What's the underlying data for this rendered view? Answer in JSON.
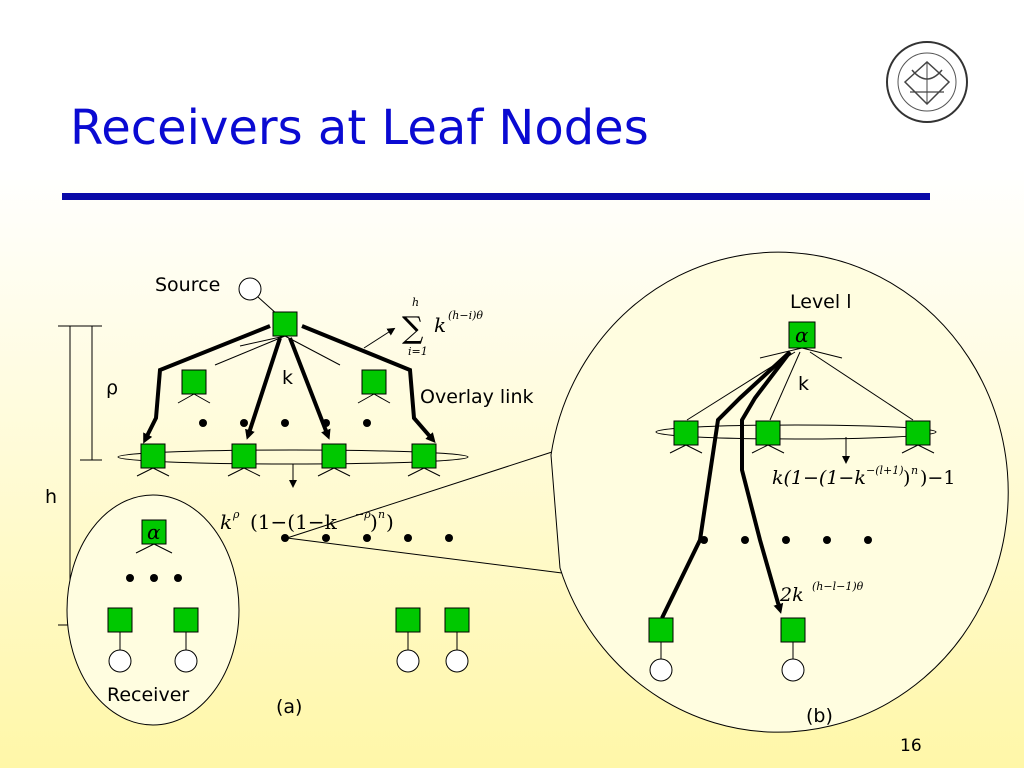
{
  "slide": {
    "title": "Receivers at Leaf Nodes",
    "page_number": "16",
    "logo_icon": "university-seal-icon"
  },
  "diagram_a": {
    "source_label": "Source",
    "k_label": "k",
    "rho_label": "ρ",
    "h_label": "h",
    "overlay_link_label": "Overlay link",
    "alpha_label": "α",
    "receiver_label": "Receiver",
    "caption": "(a)",
    "sum_formula": {
      "sum_top": "h",
      "sum_symbol": "∑",
      "sum_bottom": "i=1",
      "base": "k",
      "exponent": "(h−i)θ"
    },
    "fraction_formula": {
      "base": "k",
      "sup1": "ρ",
      "body": "(1−(1−k",
      "sup2": "−ρ",
      "body2": ")",
      "sup3": "n",
      "body3": ")"
    }
  },
  "diagram_b": {
    "level_label": "Level l",
    "alpha_label": "α",
    "k_label": "k",
    "caption": "(b)",
    "level_formula": {
      "body": "k(1−(1−k",
      "sup1": "−(l+1)",
      "body2": ")",
      "sup2": "n",
      "body3": ")−1"
    },
    "path_formula": {
      "base": "2k",
      "exponent": "(h−l−1)θ"
    }
  },
  "colors": {
    "title": "#0a0ad2",
    "rule": "#0a0aa8",
    "node_fill": "#00c800",
    "background_bottom": "#fff7a8"
  }
}
